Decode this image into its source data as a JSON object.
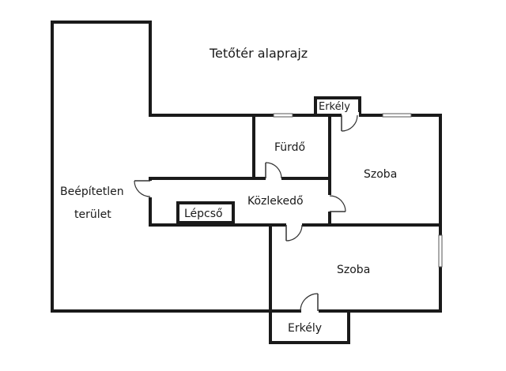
{
  "title": "Tetőtér alaprajz",
  "rooms": {
    "unbuilt_line1": "Beépítetlen",
    "unbuilt_line2": "terület",
    "bathroom": "Fürdő",
    "room_upper": "Szoba",
    "corridor": "Közlekedő",
    "stairs": "Lépcső",
    "room_lower": "Szoba",
    "balcony_top": "Erkély",
    "balcony_bottom": "Erkély"
  }
}
